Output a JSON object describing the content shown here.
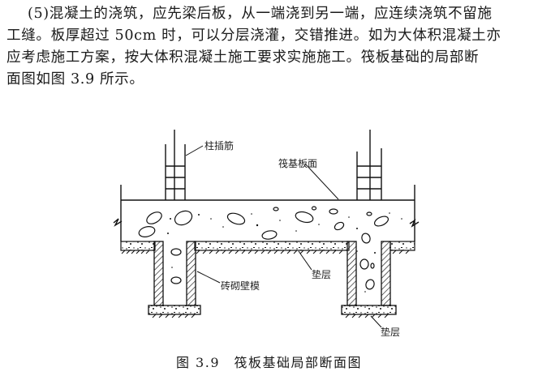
{
  "paragraph": {
    "lines": [
      "(5)混凝土的浇筑，应先梁后板，从一端浇到另一端，应连续浇筑不留施",
      "工缝。板厚超过 50cm 时，可以分层浇灌，交错推进。如为大体积混凝土亦",
      "应考虑施工方案，按大体积混凝土施工要求实施施工。筏板基础的局部断",
      "面图如图 3.9 所示。"
    ]
  },
  "figure": {
    "labels": {
      "column_rebar": "柱插筋",
      "raft_top": "筏基板面",
      "brick_formwork": "砖砌壁模",
      "cushion_mid": "垫层",
      "cushion_bottom": "垫层"
    },
    "caption": "图 3.9　筏板基础局部断面图"
  }
}
